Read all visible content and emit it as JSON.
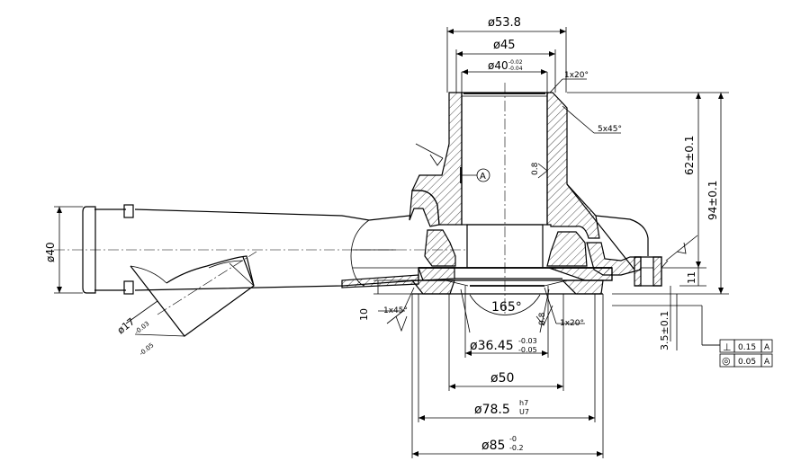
{
  "dimensions": {
    "d53_8": "ø53.8",
    "d45": "ø45",
    "d40_top": "ø40",
    "d40_top_tol_up": "-0.02",
    "d40_top_tol_lo": "-0.04",
    "chamfer_1x20_top": "1x20°",
    "chamfer_5x45": "5x45°",
    "h62": "62±0.1",
    "h94": "94±0.1",
    "datum_a": "A",
    "finish_08_top": "0.8",
    "d40_left": "ø40",
    "angle_165": "165°",
    "finish_08_bottom": "0.8",
    "chamfer_1x20_bottom": "1x20°",
    "chamfer_1x45": "1x45°",
    "h10": "10",
    "d36_45": "ø36.45",
    "d36_45_tol_up": "-0.03",
    "d36_45_tol_lo": "-0.05",
    "d50": "ø50",
    "d78_5": "ø78.5",
    "d78_5_tol_up": "h7",
    "d78_5_tol_lo": "U7",
    "d85": "ø85",
    "d85_tol_up": "-0",
    "d85_tol_lo": "-0.2",
    "d17": "ø17",
    "d17_tol_up": "-0.03",
    "d17_tol_lo": "-0.05",
    "h3_5": "3.5±0.1",
    "h11": "11"
  },
  "tolerance_frames": [
    {
      "symbol": "⊥",
      "value": "0.15",
      "datum": "A"
    },
    {
      "symbol": "◎",
      "value": "0.05",
      "datum": "A"
    }
  ]
}
